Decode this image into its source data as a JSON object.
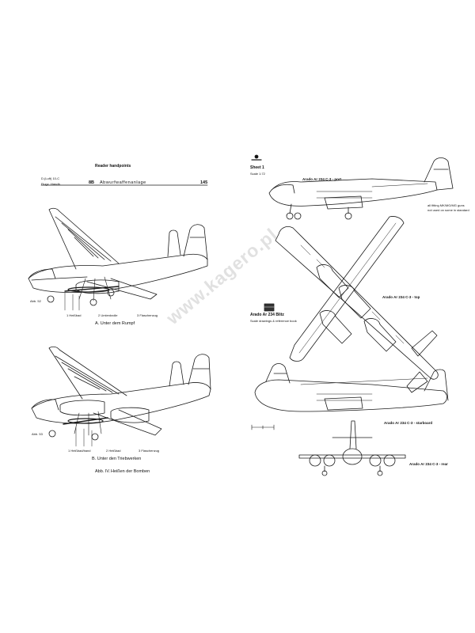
{
  "left_page": {
    "header_title": "Reader handpoints",
    "doc_code": "D.(Luft) 10-C",
    "doc_sub": "Flugz. Handb.",
    "section_num": "8B",
    "section_title": "Abwurfwaffenanlage",
    "page_num": "145",
    "fig_a": {
      "labels": [
        "1 Heißbad",
        "2 Umlenkrolle",
        "3 Flaschenzug"
      ],
      "caption": "A. Unter dem Rumpf",
      "side_note": "Abb. 52"
    },
    "fig_b": {
      "labels": [
        "1 Heißbad/band",
        "2 Heißbad",
        "3 Flaschenzug"
      ],
      "caption": "B. Unter den Triebwerken",
      "side_note": "Abb. 53"
    },
    "figure_caption_num": "Abb. IV.",
    "figure_caption_text": "Heißen der Bomben"
  },
  "right_page": {
    "sheet_title": "Sheet 1",
    "sheet_scale": "Scale 1:72",
    "view_port": "Arado Ar 234 C-3 - port",
    "note_line1": "all fitting MK/MG/MG guns",
    "note_line2": "not used on some in standard",
    "view_top": "Arado Ar 234 C-3 - top",
    "book_title": "Arado Ar 234 Blitz",
    "book_sub": "Scale drawings & reference book",
    "view_starboard": "Arado Ar 234 C-3 - starboard",
    "view_rear": "Arado Ar 234 C-3 - rear"
  },
  "watermark": "www.kagero.pl"
}
